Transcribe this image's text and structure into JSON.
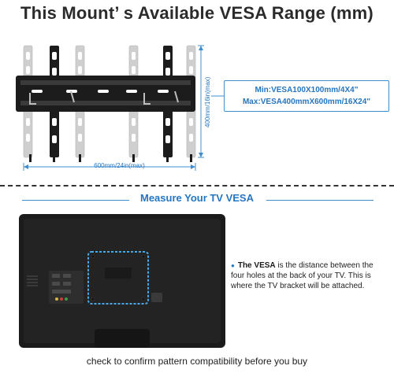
{
  "title": "This Mount’ s Available VESA Range (mm)",
  "range": {
    "min": "Min:VESA100X100mm/4X4\"",
    "max": "Max:VESA400mmX600mm/16X24\""
  },
  "dimensions": {
    "vertical": "400mm/16in(max)",
    "horizontal": "600mm/24in(max)"
  },
  "section_title": "Measure Your TV VESA",
  "note": {
    "lead": "The VESA",
    "text": " is the distance between the four holes at the back of your TV. This is where the TV bracket will be attached."
  },
  "caption": "check to confirm pattern compatibility before you buy",
  "colors": {
    "accent": "#2576c0",
    "mount": "#1c1c1c",
    "rail": "#c9c9c9",
    "tv": "#1b1b1b"
  }
}
